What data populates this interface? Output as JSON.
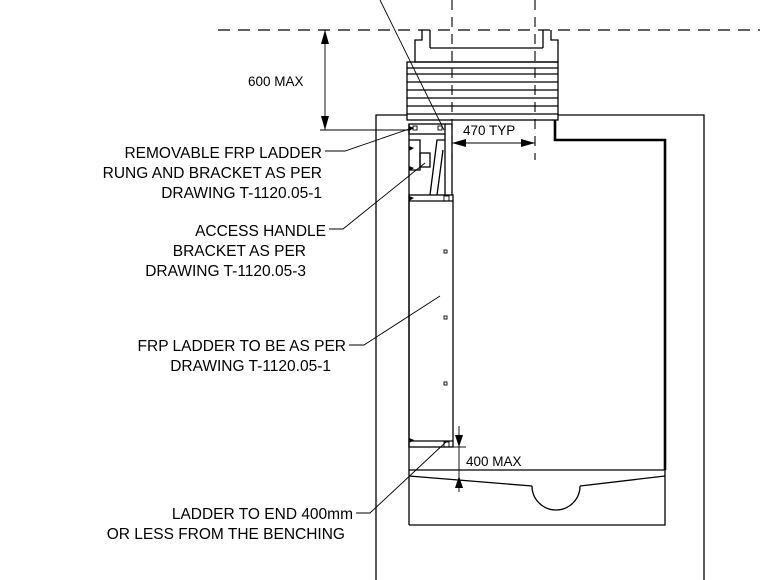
{
  "dimensions": {
    "depth_above": "600 MAX",
    "rung_spacing": "470 TYP",
    "bottom_clearance": "400 MAX"
  },
  "callouts": {
    "rung": {
      "line1": "REMOVABLE FRP LADDER",
      "line2": "RUNG AND BRACKET AS PER",
      "line3": "DRAWING T-1120.05-1"
    },
    "handle": {
      "line1": "ACCESS HANDLE",
      "line2": "BRACKET AS PER",
      "line3": "DRAWING  T-1120.05-3"
    },
    "ladder": {
      "line1": "FRP LADDER TO BE AS PER",
      "line2": "DRAWING T-1120.05-1"
    },
    "bottom": {
      "line1": "LADDER TO END 400mm",
      "line2": "OR LESS FROM THE BENCHING"
    }
  }
}
